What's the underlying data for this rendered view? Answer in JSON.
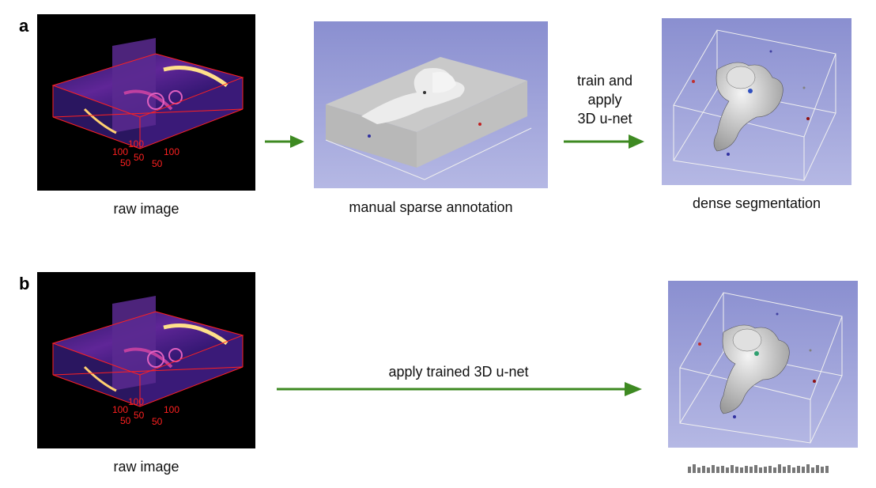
{
  "panel_a": {
    "letter": "a",
    "raw_caption": "raw image",
    "annotation_caption": "manual sparse annotation",
    "segmentation_caption": "dense segmentation",
    "step_label": [
      "train and",
      "apply",
      "3D u-net"
    ],
    "axis_labels": [
      "100",
      "100",
      "50",
      "50",
      "100",
      "50"
    ]
  },
  "panel_b": {
    "letter": "b",
    "raw_caption": "raw image",
    "step_label": "apply trained 3D u-net",
    "axis_labels": [
      "100",
      "100",
      "50",
      "50",
      "100",
      "50"
    ]
  },
  "colors": {
    "arrow": "#3e8a22",
    "render_bg_top": "#8a8fd0",
    "render_bg_bottom": "#b5b8e4",
    "axis_red": "#ff2020"
  }
}
